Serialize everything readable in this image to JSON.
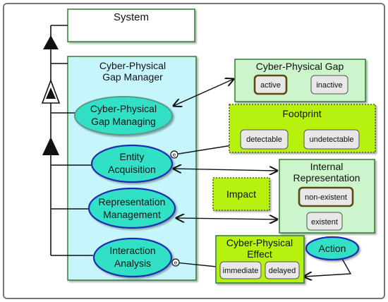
{
  "system": {
    "title": "System"
  },
  "gap_manager": {
    "title_line1": "Cyber-Physical",
    "title_line2": "Gap Manager"
  },
  "use_cases": {
    "gap_managing": {
      "line1": "Cyber-Physical",
      "line2": "Gap Managing"
    },
    "entity_acquisition": {
      "line1": "Entity",
      "line2": "Acquisition"
    },
    "representation_management": {
      "line1": "Representation",
      "line2": "Management"
    },
    "interaction_analysis": {
      "line1": "Interaction",
      "line2": "Analysis"
    }
  },
  "markers": {
    "extension_symbol": "e"
  },
  "gap": {
    "title": "Cyber-Physical Gap",
    "states": [
      "active",
      "inactive"
    ]
  },
  "footprint": {
    "title": "Footprint",
    "states": [
      "detectable",
      "undetectable"
    ]
  },
  "representation": {
    "title_line1": "Internal",
    "title_line2": "Representation",
    "states": [
      "non-existent",
      "existent"
    ]
  },
  "impact": {
    "title": "Impact"
  },
  "effect": {
    "title_line1": "Cyber-Physical",
    "title_line2": "Effect",
    "states": [
      "immediate",
      "delayed"
    ]
  },
  "action": {
    "title": "Action"
  },
  "colors": {
    "manager_fill": "#c6f6fb",
    "usecase_fill": "#33e0c5",
    "usecase_stroke": "#1a2fb0",
    "object_fill": "#ccf5cc",
    "object_stroke": "#2e7d32",
    "lime_fill": "#b6f20a",
    "state_fill": "#e8e8e8",
    "state_active_stroke": "#5a4a14"
  }
}
